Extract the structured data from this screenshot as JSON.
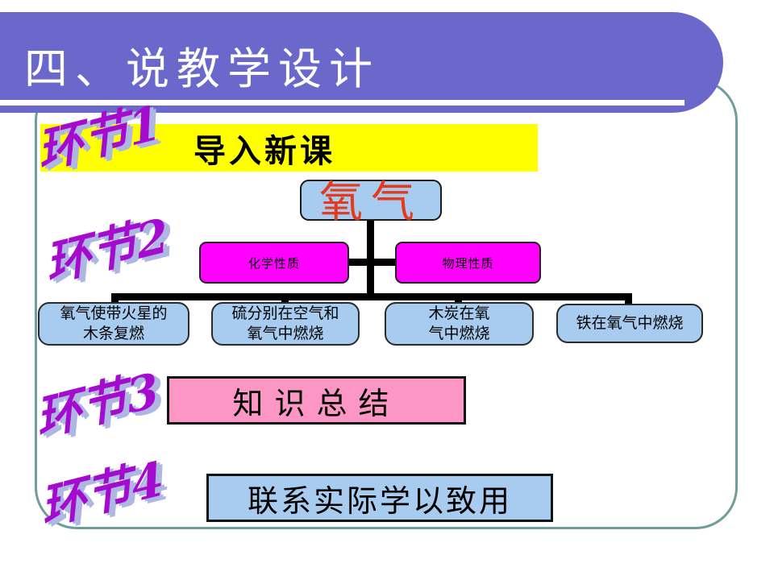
{
  "title": {
    "text": "四、说教学设计"
  },
  "banner": {
    "text": "导入新课"
  },
  "wordart": {
    "step1": "环节1",
    "step2": "环节2",
    "step3": "环节3",
    "step4": "环节4"
  },
  "diagram": {
    "root": {
      "text": "氧气"
    },
    "branches": [
      {
        "text": "化学性质"
      },
      {
        "text": "物理性质"
      }
    ],
    "leaves": [
      {
        "line1": "氧气使带火星的",
        "line2": "木条复燃"
      },
      {
        "line1": "硫分别在空气和",
        "line2": "氧气中燃烧"
      },
      {
        "line1": "木炭在氧",
        "line2": "气中燃烧"
      },
      {
        "line1": "铁在氧气中燃烧",
        "line2": ""
      }
    ]
  },
  "summary": {
    "text": "知识总结"
  },
  "practice": {
    "text": "联系实际学以致用"
  },
  "colors": {
    "title_bar": "#6A68CB",
    "frame_border": "#6F9E9A",
    "banner_bg": "#FFFF00",
    "branch_bg": "#FF00FF",
    "leaf_bg": "#A8CCEF",
    "summary_bg": "#FC96C5",
    "root_text": "#E4391B",
    "wordart": "#A50BCE",
    "wordart_shadow": "#AEB6E2"
  }
}
